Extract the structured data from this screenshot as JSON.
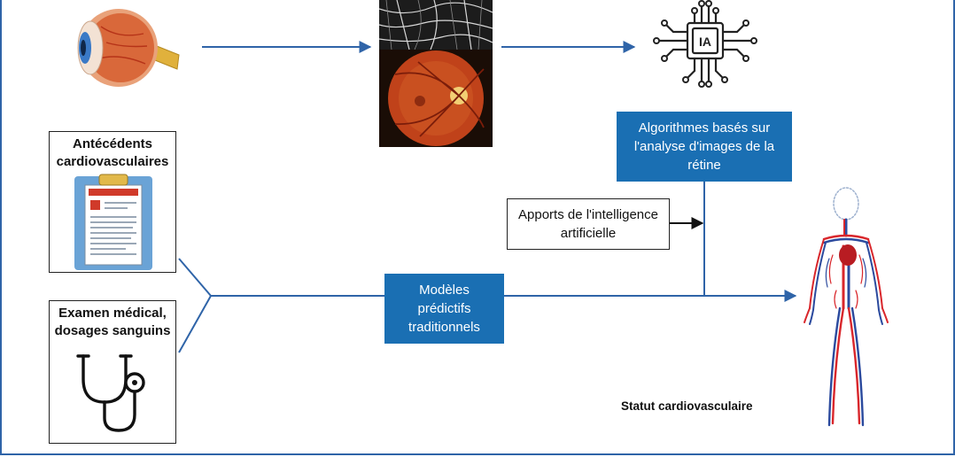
{
  "diagram": {
    "inputs": [
      {
        "label": "Antécédents cardiovasculaires",
        "icon": "clipboard-icon"
      },
      {
        "label": "Examen médical, dosages sanguins",
        "icon": "stethoscope-icon"
      }
    ],
    "models": {
      "traditional": "Modèles prédictifs traditionnels",
      "ai_contribution": "Apports de l'intelligence artificielle",
      "retina_algorithms": "Algorithmes basés sur l'analyse d'images de la rétine"
    },
    "ai_chip_label": "IA",
    "output_label": "Statut cardiovasculaire",
    "colors": {
      "accent": "#1a6fb3",
      "line": "#2f64a8",
      "box_border": "#222222",
      "fundus": "#c0421a",
      "arteries": "#d9262b",
      "veins": "#2b4a9e"
    }
  }
}
